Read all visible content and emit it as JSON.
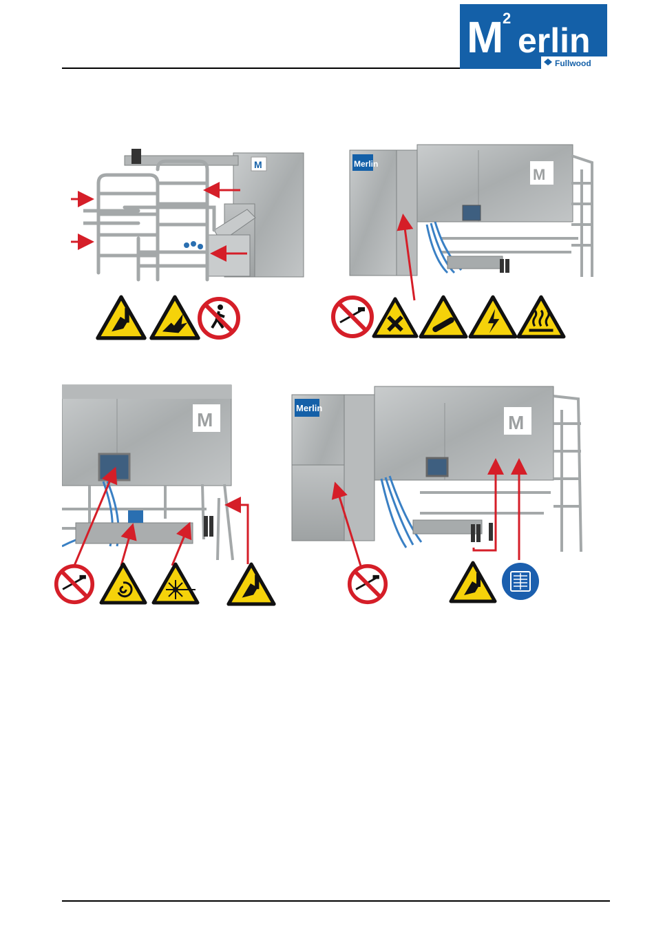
{
  "header": {
    "logo": {
      "brand_m": "M",
      "brand_sup": "2",
      "brand_rest": "erlin",
      "sub": "Fullwood",
      "colors": {
        "blue": "#1460a8",
        "white": "#ffffff"
      }
    }
  },
  "figures": [
    {
      "id": "top-left",
      "signs": [
        "hand-crush-warning-icon",
        "impact-warning-icon",
        "no-pedestrian-icon"
      ],
      "panel_badge": "M2"
    },
    {
      "id": "top-right",
      "cabinet_label": "Merlin",
      "panel_badge": "M2",
      "signs": [
        "no-water-jet-icon",
        "harmful-substance-icon",
        "compressed-gas-icon",
        "electric-hazard-icon",
        "hot-surface-icon"
      ]
    },
    {
      "id": "bottom-left",
      "panel_badge": "M2",
      "signs": [
        "no-water-jet-icon",
        "rotating-brush-warning-icon",
        "laser-warning-icon",
        "hand-crush-warning-icon"
      ]
    },
    {
      "id": "bottom-right",
      "cabinet_label": "Merlin",
      "panel_badge": "M2",
      "signs": [
        "no-water-jet-icon",
        "hand-crush-warning-icon",
        "read-manual-icon"
      ]
    }
  ],
  "colors": {
    "steel": "#b7babb",
    "steel_dark": "#8f9394",
    "warning_yellow": "#f5d20a",
    "prohibition_red": "#d51e28",
    "mandatory_blue": "#1b5fae",
    "arrow_red": "#d51e28"
  }
}
